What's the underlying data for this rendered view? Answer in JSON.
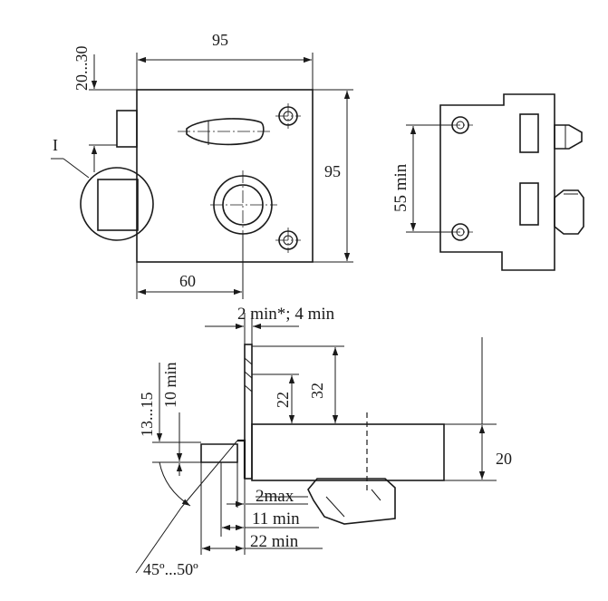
{
  "figure": {
    "top_width": "95",
    "side_height": "95",
    "offset_top": "20...30",
    "bottom_offset": "60",
    "detail_label": "I",
    "screw_spacing": "55 min",
    "gap_label": "2 min*; 4 min",
    "dim_32": "32",
    "dim_22_vertical": "22",
    "dim_13_15": "13...15",
    "dim_10_min": "10 min",
    "dim_20": "20",
    "dim_2max": "2max",
    "dim_11_min": "11 min",
    "dim_22_min": "22 min",
    "angle": "45º...50º"
  }
}
